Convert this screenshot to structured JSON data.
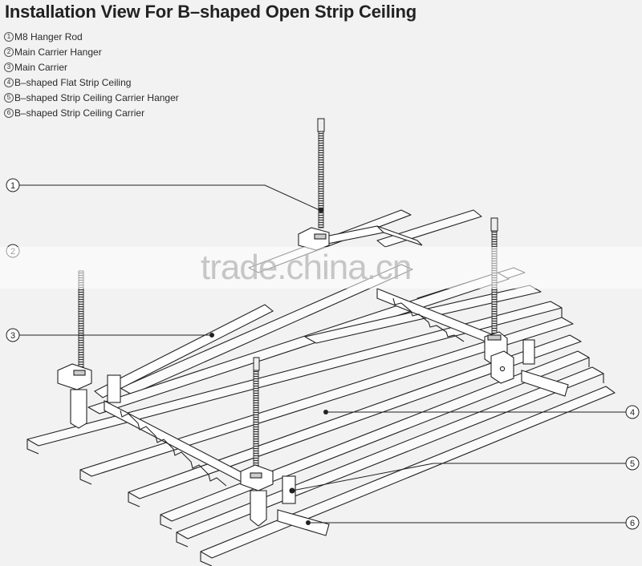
{
  "title": "Installation View For B–shaped Open Strip Ceiling",
  "legend": [
    {
      "num": "1",
      "label": "M8 Hanger Rod"
    },
    {
      "num": "2",
      "label": "Main Carrier Hanger"
    },
    {
      "num": "3",
      "label": "Main Carrier"
    },
    {
      "num": "4",
      "label": "B–shaped Flat Strip Ceiling"
    },
    {
      "num": "5",
      "label": "B–shaped Strip Ceiling Carrier Hanger"
    },
    {
      "num": "6",
      "label": "B–shaped Strip Ceiling Carrier"
    }
  ],
  "callouts": {
    "c1": "1",
    "c2": "2",
    "c3": "3",
    "c4": "4",
    "c5": "5",
    "c6": "6"
  },
  "watermark": "trade.china.cn",
  "colors": {
    "background": "#f2f2f2",
    "line": "#222222"
  }
}
